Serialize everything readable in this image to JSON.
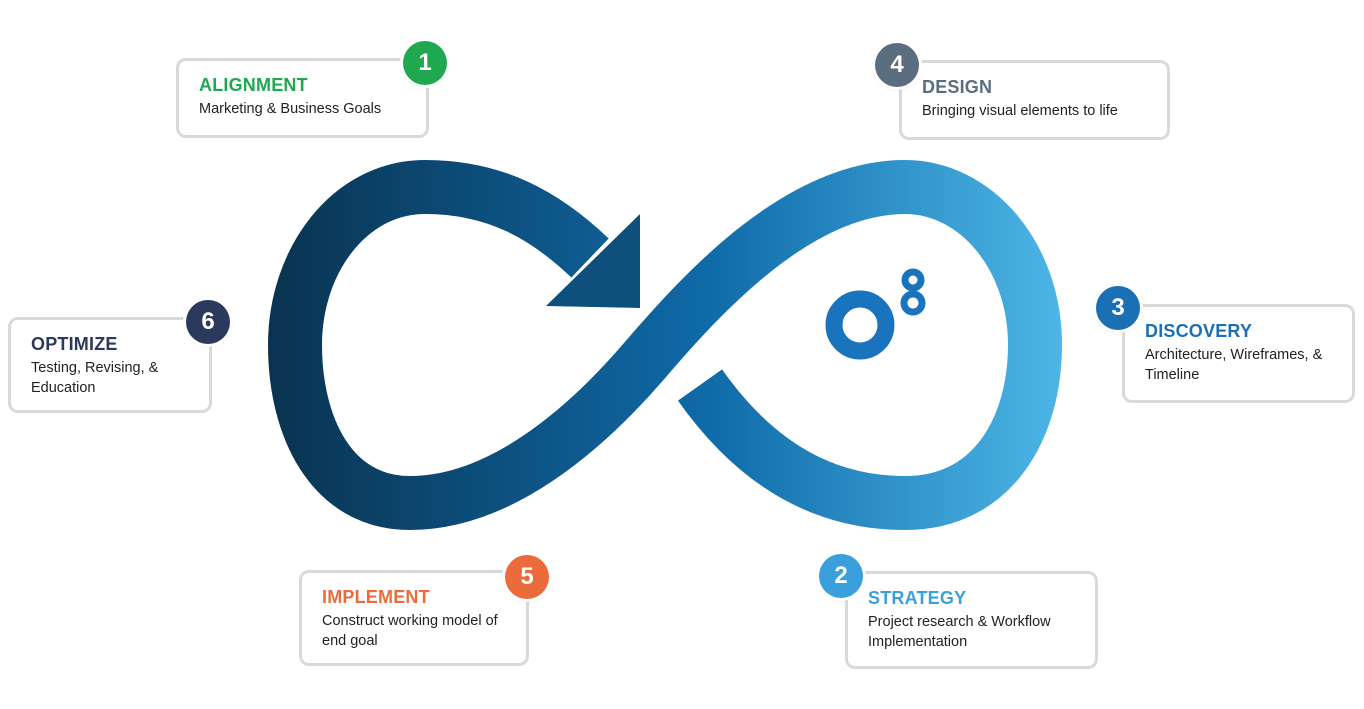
{
  "steps": [
    {
      "num": "1",
      "title": "ALIGNMENT",
      "desc": "Marketing & Business Goals",
      "color": "#1fa84f"
    },
    {
      "num": "2",
      "title": "STRATEGY",
      "desc": "Project research & Workflow Implementation",
      "color": "#3aa0db"
    },
    {
      "num": "3",
      "title": "DISCOVERY",
      "desc": "Architecture, Wireframes, & Timeline",
      "color": "#1a6fb5"
    },
    {
      "num": "4",
      "title": "DESIGN",
      "desc": "Bringing visual elements to life",
      "color": "#5a6e80"
    },
    {
      "num": "5",
      "title": "IMPLEMENT",
      "desc": "Construct working model of end goal",
      "color": "#ec6b3c"
    },
    {
      "num": "6",
      "title": "OPTIMIZE",
      "desc": "Testing, Revising, & Education",
      "color": "#2b3a5c"
    }
  ],
  "logo": {
    "text": "O8",
    "color": "#1a73bd"
  },
  "gradient": {
    "dark": "#0a3350",
    "mid": "#0f6aa8",
    "light": "#4db6e6"
  }
}
